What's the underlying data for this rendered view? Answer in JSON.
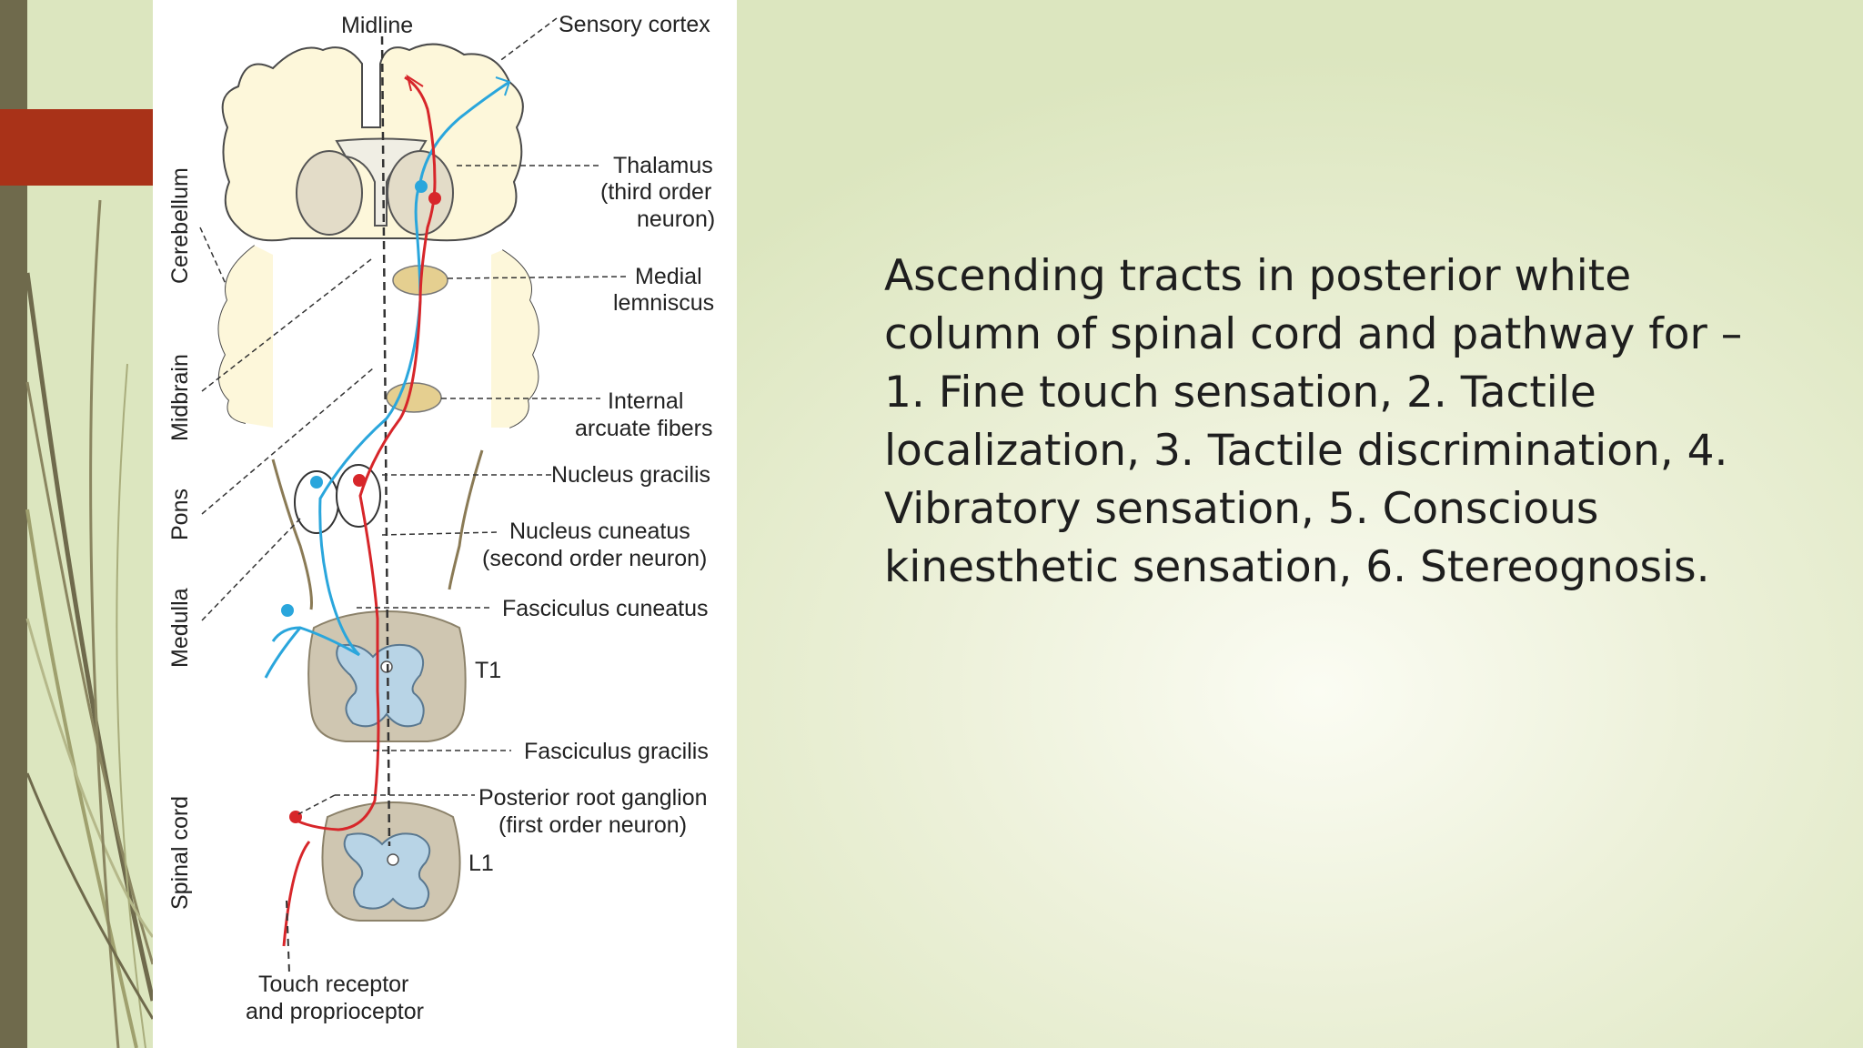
{
  "slide": {
    "body_text": "Ascending tracts in posterior white\ncolumn of spinal cord and pathway for –\n1. Fine touch sensation, 2. Tactile\nlocalization, 3. Tactile discrimination, 4.\nVibratory sensation, 5. Conscious\nkinesthetic sensation, 6. Stereognosis."
  },
  "colors": {
    "accent": "#a93218",
    "left_bar": "#6f6a4c",
    "tract_blue": "#2aa6dc",
    "tract_red": "#d7262a",
    "cord_gray": "#cfc6b1",
    "cord_gray_matter": "#b8d4e6"
  },
  "diagram": {
    "labels": {
      "midline": "Midline",
      "sensory_cortex": "Sensory cortex",
      "thalamus_1": "Thalamus",
      "thalamus_2": "(third order",
      "thalamus_3": "neuron)",
      "medial_lemniscus_1": "Medial",
      "medial_lemniscus_2": "lemniscus",
      "internal_arcuate_1": "Internal",
      "internal_arcuate_2": "arcuate fibers",
      "nucleus_gracilis": "Nucleus gracilis",
      "nucleus_cuneatus_1": "Nucleus cuneatus",
      "nucleus_cuneatus_2": "(second order neuron)",
      "fasciculus_cuneatus": "Fasciculus cuneatus",
      "t1": "T1",
      "fasciculus_gracilis": "Fasciculus gracilis",
      "posterior_root_1": "Posterior root ganglion",
      "posterior_root_2": "(first order neuron)",
      "l1": "L1",
      "touch_receptor_1": "Touch receptor",
      "touch_receptor_2": "and proprioceptor"
    },
    "regions": {
      "cerebellum": "Cerebellum",
      "midbrain": "Midbrain",
      "pons": "Pons",
      "medulla": "Medulla",
      "spinal_cord": "Spinal cord"
    }
  }
}
